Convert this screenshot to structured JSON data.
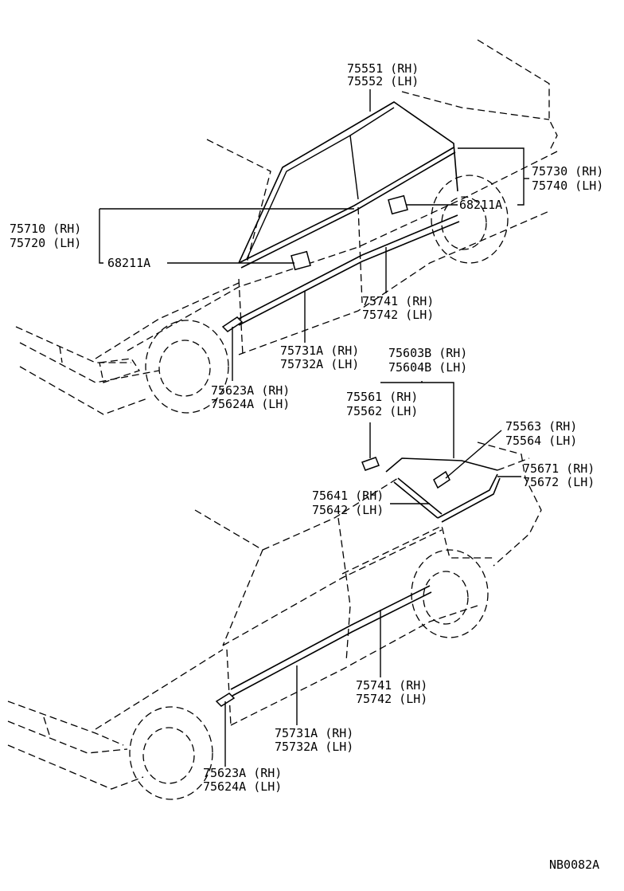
{
  "top_car": {
    "labels": {
      "belt_mold_rear_rh": "75551 (RH)",
      "belt_mold_rear_lh": "75552 (LH)",
      "rear_door_mold_rh": "75730 (RH)",
      "rear_door_mold_lh": "75740 (LH)",
      "clip_rear": "68211A",
      "front_door_mold_rh": "75710 (RH)",
      "front_door_mold_lh": "75720 (LH)",
      "clip_front": "68211A",
      "rocker_mold_rh": "75741 (RH)",
      "rocker_mold_lh": "75742 (LH)",
      "side_mold_rh": "75731A (RH)",
      "side_mold_lh": "75732A (LH)",
      "fender_mold_rh": "75623A (RH)",
      "fender_mold_lh": "75624A (LH)"
    }
  },
  "bottom_car": {
    "labels": {
      "quarter_mold_rh": "75603B (RH)",
      "quarter_mold_lh": "75604B (LH)",
      "clip_561_rh": "75561 (RH)",
      "clip_562_lh": "75562 (LH)",
      "clip_563_rh": "75563 (RH)",
      "clip_564_lh": "75564 (LH)",
      "trunk_mold_rh": "75671 (RH)",
      "trunk_mold_lh": "75672 (LH)",
      "pillar_mold_rh": "75641 (RH)",
      "pillar_mold_lh": "75642 (LH)",
      "rocker_mold_rh": "75741 (RH)",
      "rocker_mold_lh": "75742 (LH)",
      "side_mold_rh": "75731A (RH)",
      "side_mold_lh": "75732A (LH)",
      "fender_mold_rh": "75623A (RH)",
      "fender_mold_lh": "75624A (LH)"
    }
  },
  "figure_code": "NB0082A"
}
